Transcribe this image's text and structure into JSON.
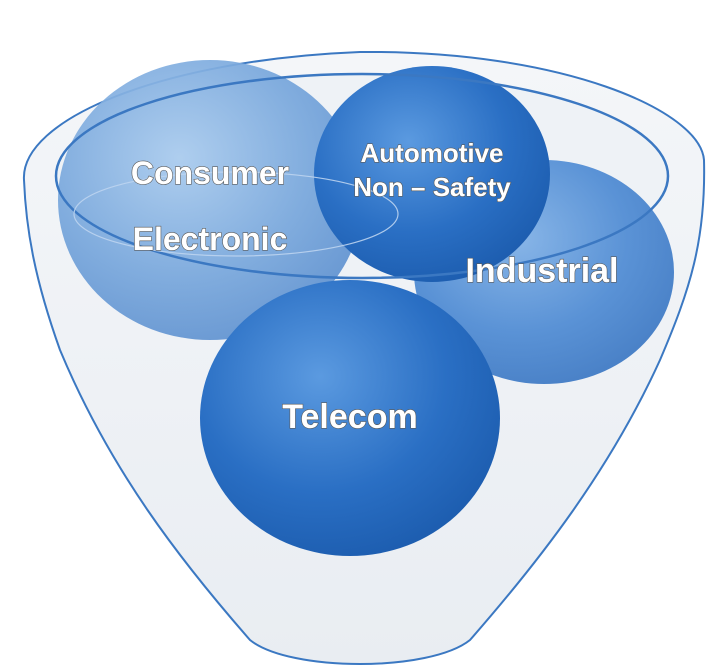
{
  "diagram": {
    "segments": [
      {
        "id": "consumer",
        "lines": [
          "Consumer",
          "Electronic"
        ]
      },
      {
        "id": "automotive",
        "lines": [
          "Automotive",
          "Non – Safety"
        ]
      },
      {
        "id": "industrial",
        "lines": [
          "Industrial"
        ]
      },
      {
        "id": "telecom",
        "lines": [
          "Telecom"
        ]
      }
    ],
    "colors": {
      "funnel_outline": "#3b78c2",
      "bubble_light": "#8ab4e2",
      "bubble_dark": "#1e63b8"
    }
  }
}
